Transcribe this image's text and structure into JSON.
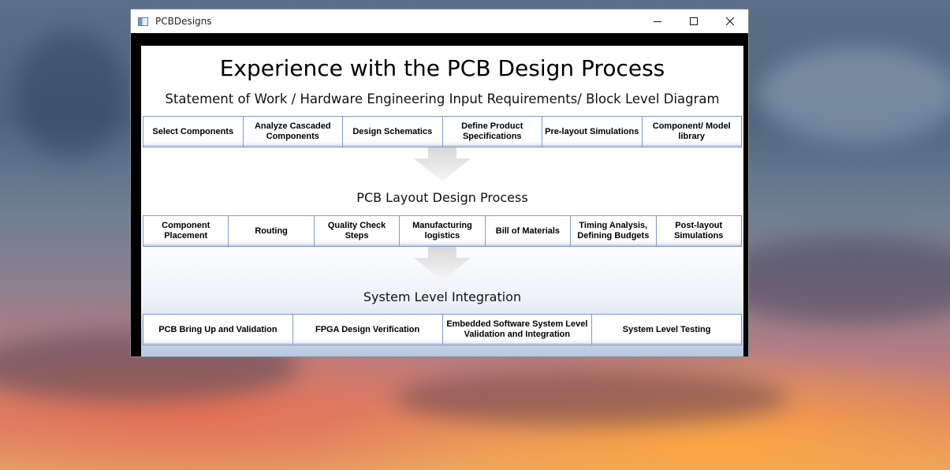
{
  "window": {
    "title": "PCBDesigns",
    "minimize_icon": "minimize-icon",
    "maximize_icon": "maximize-icon",
    "close_icon": "close-icon"
  },
  "slide": {
    "title": "Experience with the PCB Design Process",
    "sections": [
      {
        "heading": "Statement of Work  / Hardware Engineering Input Requirements/ Block Level Diagram",
        "steps": [
          "Select Components",
          "Analyze Cascaded Components",
          "Design Schematics",
          "Define Product Specifications",
          "Pre-layout Simulations",
          "Component/ Model library"
        ]
      },
      {
        "heading": "PCB Layout Design Process",
        "steps": [
          "Component Placement",
          "Routing",
          "Quality Check Steps",
          "Manufacturing logistics",
          "Bill of Materials",
          "Timing Analysis, Defining Budgets",
          "Post-layout Simulations"
        ]
      },
      {
        "heading": "System Level Integration",
        "steps": [
          "PCB Bring Up and Validation",
          "FPGA Design Verification",
          "Embedded Software System Level Validation and Integration",
          "System Level Testing"
        ]
      }
    ]
  }
}
